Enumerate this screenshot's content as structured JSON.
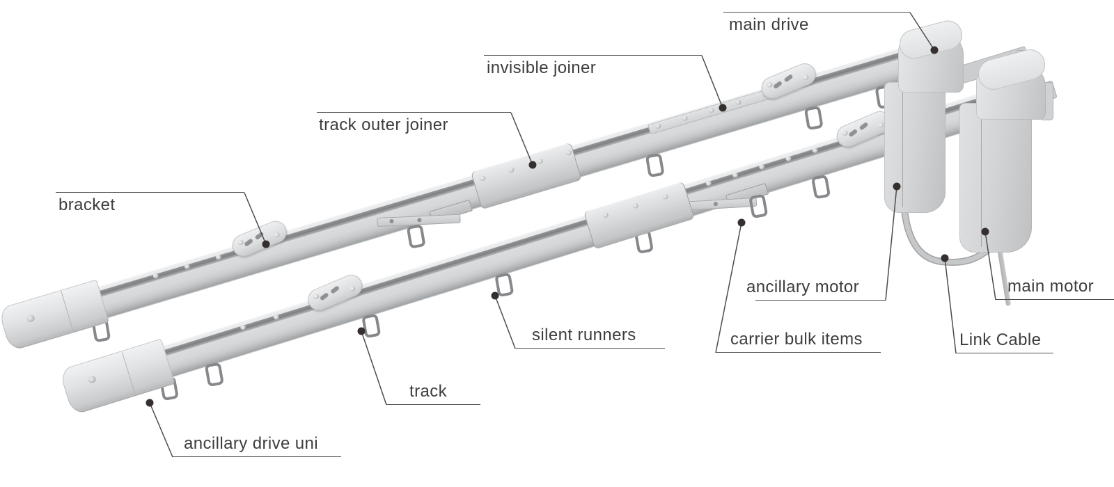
{
  "diagram": {
    "background": "#ffffff",
    "labels": {
      "main_drive": "main drive",
      "invisible_joiner": "invisible joiner",
      "track_outer_joiner": "track outer joiner",
      "bracket": "bracket",
      "ancillary_drive_uni": "ancillary drive uni",
      "track": "track",
      "silent_runners": "silent runners",
      "carrier_bulk_items": "carrier bulk items",
      "ancillary_motor": "ancillary motor",
      "link_cable": "Link Cable",
      "main_motor": "main motor"
    },
    "colors": {
      "label_text": "#3d3d3d",
      "leader_line": "#4c4c4c",
      "leader_dot": "#362f2f",
      "track_light": "#e9ebec",
      "track_mid": "#d2d4d6",
      "track_dark": "#9da0a2",
      "motor_body": "#d2d4d6",
      "cable": "#c6c8ca"
    }
  }
}
